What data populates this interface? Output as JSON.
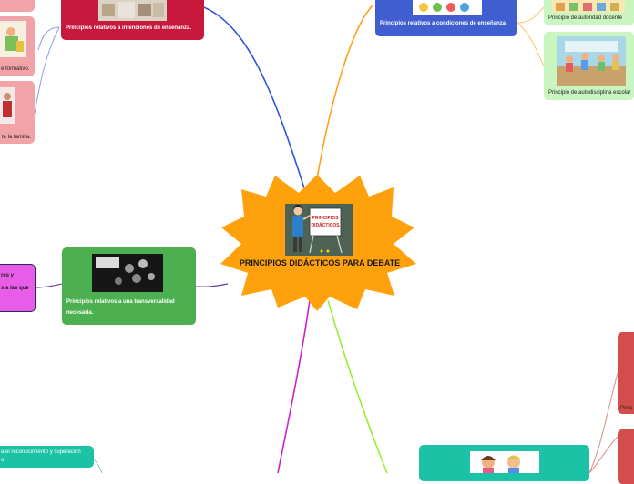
{
  "central": {
    "title": "PRINCIPIOS DIDÁCTICOS PARA DEBATE",
    "board_text": "PRINCIPIOS DIDÁCTICOS"
  },
  "nodes": {
    "intenciones": "Principios relativos a intenciones de enseñanza.",
    "condiciones": "Principios relativos a condiciones de enseñanza",
    "autoridad": "Principio de autoridad docente",
    "autodisciplina": "Principio de autodisciplina escolar",
    "formativo": "e formativo.",
    "familia": "te la familia.",
    "transversalidad": "Principios relativos a una transversalidad necesaria.",
    "left_magenta_1": "res y",
    "left_magenta_2": "s a las que",
    "bottom_left": "a el reconocimiento y superación",
    "bottom_left_2": "o.",
    "right_red": "Princ"
  },
  "colors": {
    "star": "#FFA10D",
    "red_box": "#C8193C",
    "blue_box": "#3F5ED0",
    "green_box": "#4CAF50",
    "magenta_box": "#E85CE8",
    "teal_box": "#1CC2A6",
    "pink_box": "#F2A3A8",
    "light_green_box": "#C8F5C0",
    "red_right": "#D44D4D"
  }
}
